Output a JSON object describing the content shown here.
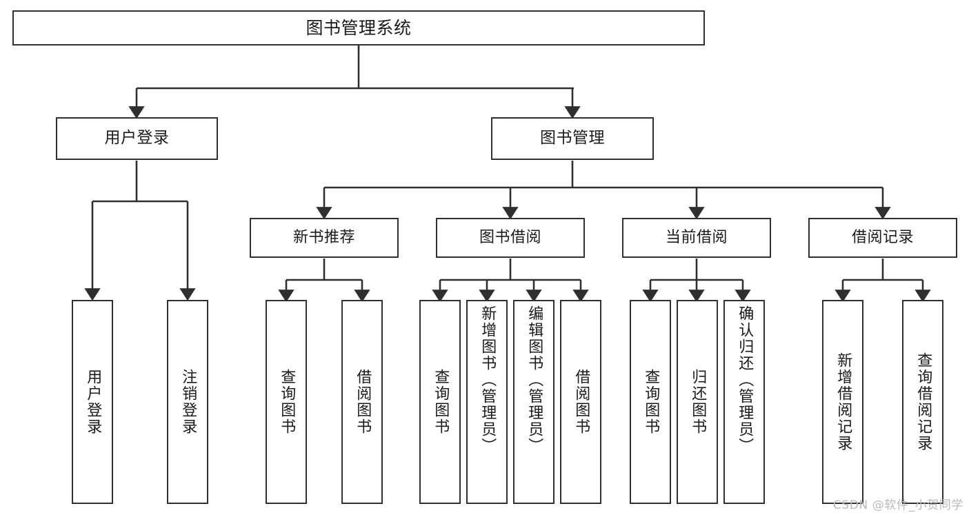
{
  "diagram": {
    "title": "图书管理系统",
    "type": "hierarchy-tree",
    "watermark": "CSDN @软件_小贺同学",
    "colors": {
      "box_border": "#2f2f2f",
      "box_fill": "#ffffff",
      "connector": "#2f2f2f",
      "text": "#1a1a1a",
      "watermark": "#b9b9b9"
    },
    "nodes": {
      "root": {
        "label": "图书管理系统"
      },
      "level2": [
        {
          "label": "用户登录"
        },
        {
          "label": "图书管理"
        }
      ],
      "level3": [
        {
          "label": "新书推荐"
        },
        {
          "label": "图书借阅"
        },
        {
          "label": "当前借阅"
        },
        {
          "label": "借阅记录"
        }
      ],
      "leaves": {
        "user_login": [
          {
            "label": "用户登录"
          },
          {
            "label": "注销登录"
          }
        ],
        "new_book": [
          {
            "label": "查询图书"
          },
          {
            "label": "借阅图书"
          }
        ],
        "book_borrow": [
          {
            "label": "查询图书"
          },
          {
            "label": "新增图书（管理员）"
          },
          {
            "label": "编辑图书（管理员）"
          },
          {
            "label": "借阅图书"
          }
        ],
        "current_borrow": [
          {
            "label": "查询图书"
          },
          {
            "label": "归还图书"
          },
          {
            "label": "确认归还（管理员）"
          }
        ],
        "borrow_record": [
          {
            "label": "新增借阅记录"
          },
          {
            "label": "查询借阅记录"
          }
        ]
      }
    }
  }
}
